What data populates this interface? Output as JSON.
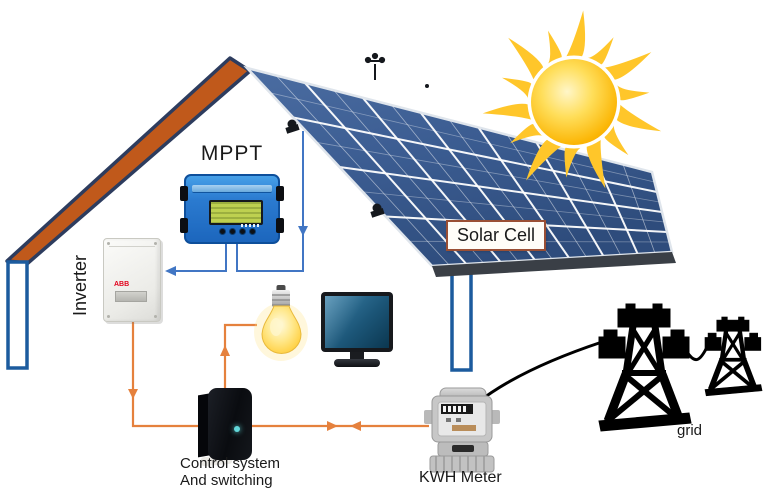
{
  "labels": {
    "mppt": "MPPT",
    "solar_cell": "Solar Cell",
    "inverter": "Inverter",
    "control_line1": "Control system",
    "control_line2": "And switching",
    "kwh_meter": "KWH Meter",
    "grid": "grid"
  },
  "devices": {
    "inverter_brand": "ABB"
  },
  "colors": {
    "dc_wire": "#4176C4",
    "ac_wire": "#E5813D",
    "grid_cable": "#000000",
    "roof_beam_fill": "#C0591B",
    "roof_beam_edge": "#2D3C5E",
    "pillar_outline": "#1C5B9E",
    "panel_grid_line": "#FFFFFF",
    "panel_blue_dark": "#2E4C7C",
    "panel_blue_light": "#4B6DA2",
    "sun_ray": "#FFC62A",
    "sun_core": "#F9B000",
    "mppt_body": "#2D82D4",
    "mppt_lcd": "#BED050",
    "monitor_screen": "#1E4F6E",
    "bulb_glass": "#FFD95C",
    "pylon_silhouette": "#000000",
    "meter_gray": "#C7C7C7",
    "power_led": "#62D8DA"
  }
}
